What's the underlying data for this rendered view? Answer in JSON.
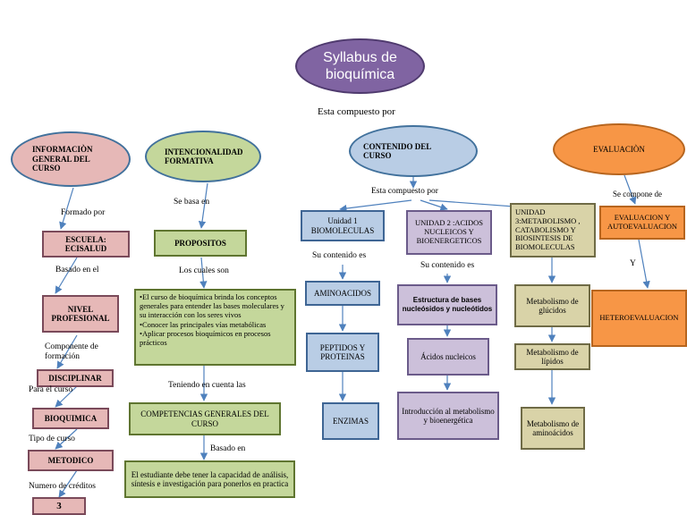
{
  "title": "Syllabus de bioquímica",
  "connector_main": "Esta compuesto por",
  "nodes": {
    "info_general": "INFORMACIÒN GENERAL DEL CURSO",
    "intencionalidad": "INTENCIONALIDAD FORMATIVA",
    "contenido": "CONTENIDO DEL CURSO",
    "evaluacion": "EVALUACIÒN",
    "escuela": "ESCUELA: ECISALUD",
    "nivel": "NIVEL PROFESIONAL",
    "disciplinar": "DISCIPLINAR",
    "bioquimica": "BIOQUIMICA",
    "metodico": "METODICO",
    "creditos": "3",
    "propositos": "PROPOSITOS",
    "propositos_detalle": "•El curso de bioquímica brinda los conceptos generales para entender las bases moleculares y su interacción con los seres vivos\n•Conocer las principales vías metabólicas\n•Aplicar procesos bioquímicos en procesos prácticos",
    "competencias": "COMPETENCIAS GENERALES DEL CURSO",
    "estudiante": "El estudiante debe tener la capacidad de análisis, síntesis e investigación para ponerlos en practica",
    "unidad1": "Unidad 1 BIOMOLECULAS",
    "unidad2": "UNIDAD 2 :ACIDOS NUCLEICOS Y BIOENERGETICOS",
    "unidad3": "UNIDAD 3:METABOLISMO , CATABOLISMO Y BIOSINTESIS DE BIOMOLECULAS",
    "aminoacidos": "AMINOACIDOS",
    "peptidos": "PEPTIDOS Y PROTEINAS",
    "enzimas": "ENZIMAS",
    "estructura": "Estructura de bases nucleósidos y nucleótidos",
    "acidos_nucleicos": "Ácidos nucleicos",
    "introduccion": "Introducción al metabolismo y bioenergética",
    "met_glucidos": "Metabolismo de glúcidos",
    "met_lipidos": "Metabolismo de lípidos",
    "met_aminoacidos": "Metabolismo de aminoácidos",
    "autoevaluacion": "EVALUACION Y AUTOEVALUACION",
    "heteroevaluacion": "HETEROEVALUACION"
  },
  "labels": {
    "formado_por": "Formado por",
    "basado_en_el": "Basado en el",
    "componente": "Componente de formación",
    "para_el_curso": "Para el curso",
    "tipo_de_curso": "Tipo de curso",
    "numero_creditos": "Numero de créditos",
    "se_basa_en": "Se basa en",
    "los_cuales_son": "Los cuales son",
    "teniendo_en_cuenta": "Teniendo en cuenta las",
    "basado_en": "Basado en",
    "esta_compuesto_por": "Esta compuesto por",
    "su_contenido_1": "Su contenido es",
    "su_contenido_2": "Su contenido es",
    "se_compone_de": "Se compone de",
    "y": "Y"
  },
  "colors": {
    "title_fill": "#8064a2",
    "pink": "#e6b8b7",
    "green": "#c4d79b",
    "blue": "#b9cde5",
    "lavender": "#ccc0da",
    "olive": "#d9d3a8",
    "orange": "#f79646",
    "connector": "#4f81bd"
  }
}
